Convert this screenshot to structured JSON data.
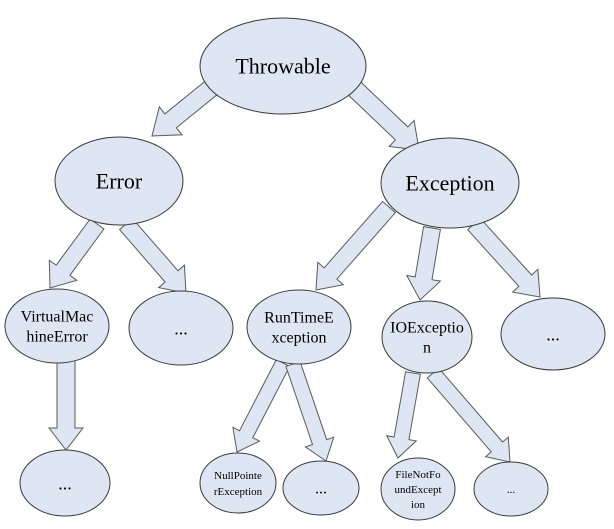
{
  "diagram": {
    "nodes": {
      "throwable": {
        "lines": [
          "Throwable"
        ]
      },
      "error": {
        "lines": [
          "Error"
        ]
      },
      "exception": {
        "lines": [
          "Exception"
        ]
      },
      "virtual_machine_error": {
        "lines": [
          "VirtualMac",
          "hineError"
        ]
      },
      "error_more": {
        "lines": [
          "..."
        ]
      },
      "runtime_exception": {
        "lines": [
          "RunTimeE",
          "xception"
        ]
      },
      "io_exception": {
        "lines": [
          "IOExceptio",
          "n"
        ]
      },
      "exception_more": {
        "lines": [
          "..."
        ]
      },
      "vm_error_more": {
        "lines": [
          "..."
        ]
      },
      "null_pointer_exception": {
        "lines": [
          "NullPointe",
          "rException"
        ]
      },
      "runtime_more": {
        "lines": [
          "..."
        ]
      },
      "file_not_found_exception": {
        "lines": [
          "FileNotFo",
          "undExcept",
          "ion"
        ]
      },
      "io_more": {
        "lines": [
          "..."
        ]
      }
    },
    "edges": [
      {
        "from": "throwable",
        "to": "error"
      },
      {
        "from": "throwable",
        "to": "exception"
      },
      {
        "from": "error",
        "to": "virtual_machine_error"
      },
      {
        "from": "error",
        "to": "error_more"
      },
      {
        "from": "exception",
        "to": "runtime_exception"
      },
      {
        "from": "exception",
        "to": "io_exception"
      },
      {
        "from": "exception",
        "to": "exception_more"
      },
      {
        "from": "virtual_machine_error",
        "to": "vm_error_more"
      },
      {
        "from": "runtime_exception",
        "to": "null_pointer_exception"
      },
      {
        "from": "runtime_exception",
        "to": "runtime_more"
      },
      {
        "from": "io_exception",
        "to": "file_not_found_exception"
      },
      {
        "from": "io_exception",
        "to": "io_more"
      }
    ]
  }
}
